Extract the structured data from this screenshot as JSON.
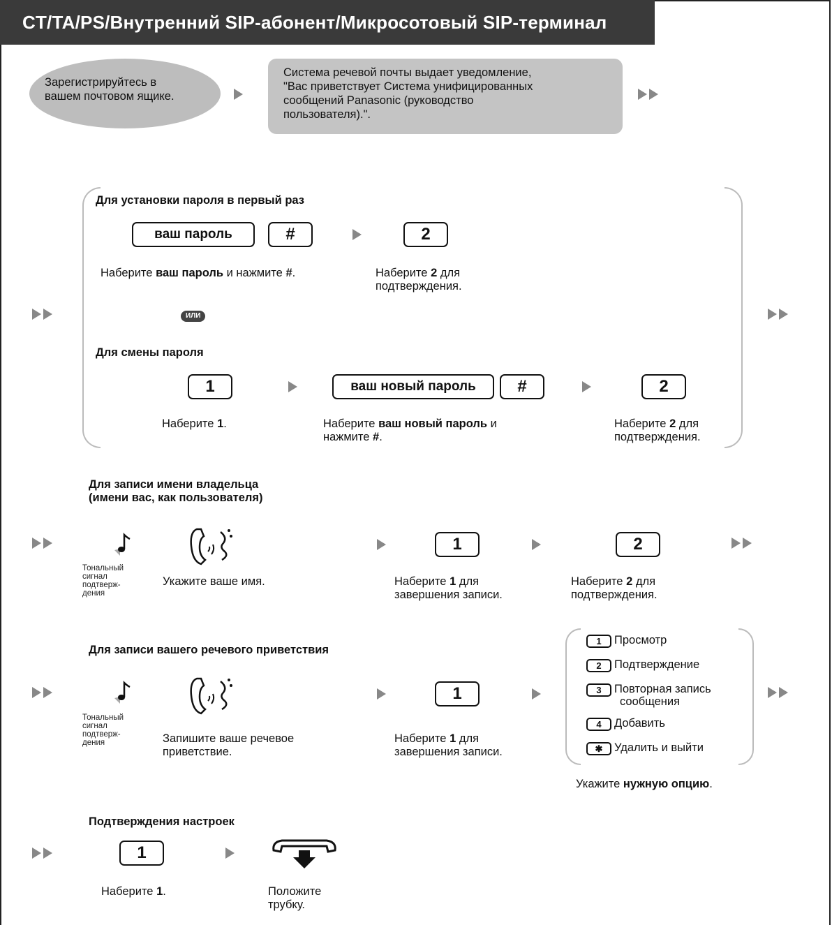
{
  "title": "CT/TA/PS/Внутренний SIP-абонент/Микросотовый SIP-терминал",
  "login": {
    "oval_line1": "Зарегистрируйтесь в",
    "oval_line2": "вашем почтовом ящике.",
    "prompt_line1": "Система речевой почты выдает уведомление,",
    "prompt_line2": "\"Вас приветствует Система унифицированных",
    "prompt_line3": "сообщений Panasonic (руководство",
    "prompt_line4": "пользователя).\"."
  },
  "first_password": {
    "heading": "Для установки пароля в первый раз",
    "key_password": "ваш пароль",
    "key_hash": "#",
    "key_2": "2",
    "desc1_pre": "Наберите ",
    "desc1_bold": "ваш пароль",
    "desc1_mid": " и нажмите ",
    "desc1_bold2": "#",
    "desc1_end": ".",
    "desc2_pre": "Наберите ",
    "desc2_bold": "2",
    "desc2_end": " для",
    "desc2_line2": "подтверждения."
  },
  "or_label": "ИЛИ",
  "change_password": {
    "heading": "Для смены пароля",
    "key_1": "1",
    "key_new_password": "ваш новый пароль",
    "key_hash": "#",
    "key_2": "2",
    "desc1_pre": "Наберите ",
    "desc1_bold": "1",
    "desc1_end": ".",
    "desc2_pre": "Наберите ",
    "desc2_bold": "ваш новый пароль",
    "desc2_end": " и",
    "desc2_line2_pre": "нажмите ",
    "desc2_line2_bold": "#",
    "desc2_line2_end": ".",
    "desc3_pre": "Наберите ",
    "desc3_bold": "2",
    "desc3_end": " для",
    "desc3_line2": "подтверждения."
  },
  "record_name": {
    "heading_line1": "Для записи имени владельца",
    "heading_line2": "(имени вас, как пользователя)",
    "tone_line1": "Тональный",
    "tone_line2": "сигнал",
    "tone_line3": "подтверж-",
    "tone_line4": "дения",
    "speak": "Укажите ваше имя.",
    "key_1": "1",
    "key_2": "2",
    "desc1_pre": "Наберите ",
    "desc1_bold": "1",
    "desc1_end": " для",
    "desc1_line2": "завершения записи.",
    "desc2_pre": "Наберите ",
    "desc2_bold": "2",
    "desc2_end": " для",
    "desc2_line2": "подтверждения."
  },
  "record_greeting": {
    "heading": "Для записи вашего речевого приветствия",
    "tone_line1": "Тональный",
    "tone_line2": "сигнал",
    "tone_line3": "подтверж-",
    "tone_line4": "дения",
    "speak_line1": "Запишите ваше речевое",
    "speak_line2": "приветствие.",
    "key_1": "1",
    "desc1_pre": "Наберите ",
    "desc1_bold": "1",
    "desc1_end": " для",
    "desc1_line2": "завершения записи.",
    "options": [
      {
        "key": "1",
        "label": "Просмотр"
      },
      {
        "key": "2",
        "label": "Подтверждение"
      },
      {
        "key": "3",
        "label": "Повторная запись",
        "label2": "сообщения"
      },
      {
        "key": "4",
        "label": "Добавить"
      },
      {
        "key": "✱",
        "label": "Удалить и выйти"
      }
    ],
    "choose_pre": "Укажите ",
    "choose_bold": "нужную опцию",
    "choose_end": "."
  },
  "confirm": {
    "heading": "Подтверждения настроек",
    "key_1": "1",
    "desc1_pre": "Наберите ",
    "desc1_bold": "1",
    "desc1_end": ".",
    "hangup_line1": "Положите",
    "hangup_line2": "трубку."
  }
}
